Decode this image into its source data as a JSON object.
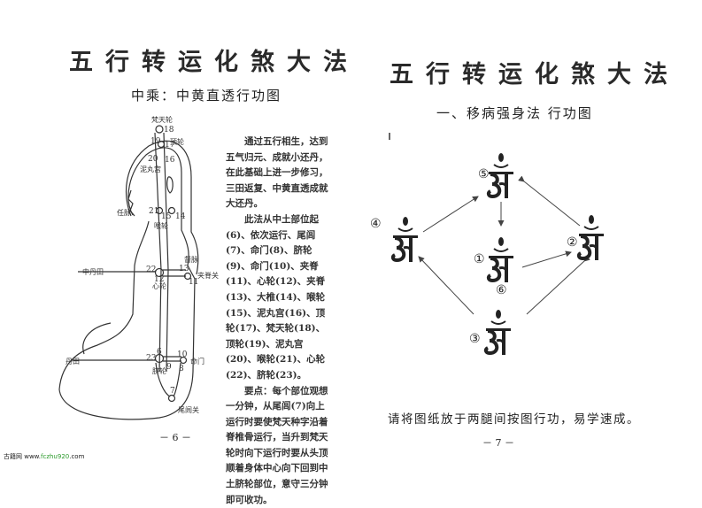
{
  "left_page": {
    "title": "五行转运化煞大法",
    "subtitle": "中乘：中黄直透行功图",
    "paragraphs": [
      "通过五行相生，达到五气归元、成就小还丹，在此基础上进一步修习，三田返复、中黄直透成就大还丹。",
      "此法从中土部位起(6)、依次运行、尾闾(7)、命门(8)、脐轮(9)、命门(10)、夹脊(11)、心轮(12)、夹脊(13)、大椎(14)、喉轮(15)、泥丸宫(16)、顶轮(17)、梵天轮(18)、顶轮(19)、泥丸宫(20)、喉轮(21)、心轮(22)、脐轮(23)。",
      "要点：每个部位观想一分钟，从尾闾(7)向上运行时要使梵天种字沿着脊椎骨运行，当升到梵天轮时向下运行时要从头顶顺着身体中心向下回到中土脐轮部位，意守三分钟即可收功。"
    ],
    "labels": {
      "fantian": "梵天轮",
      "dinglun": "顶轮",
      "niwan": "泥丸宫",
      "renmai": "任脉",
      "houlun": "喉轮",
      "dazhui": "督脉",
      "zhongdantian": "中丹田",
      "jiaji": "夹脊关",
      "xinlun": "心轮",
      "dantian": "丹田",
      "qilun": "脐轮",
      "mingmen": "命门",
      "weilv": "尾闾关"
    },
    "numbers": {
      "n18": "18",
      "n19": "19",
      "n17": "17",
      "n20": "20",
      "n16": "16",
      "n21": "21",
      "n14": "14",
      "n15": "15",
      "n22": "22",
      "n12": "12",
      "n13": "13",
      "n11": "11",
      "n6": "6",
      "n23": "23",
      "n9": "9",
      "n10": "10",
      "n8": "8",
      "n7": "7"
    },
    "page_number": "－ 6 －"
  },
  "right_page": {
    "title": "五行转运化煞大法",
    "subtitle": "一、移病强身法  行功图",
    "markers": {
      "m1": "①",
      "m2": "②",
      "m3": "③",
      "m4": "④",
      "m5": "⑤",
      "m6": "⑥"
    },
    "caption": "请将图纸放于两腿间按图行功，易学速成。",
    "page_number": "－ 7 －"
  },
  "watermark": {
    "site_name": "古籍网",
    "url_prefix": "www.",
    "url_brand": "fczhu920",
    "url_suffix": ".com",
    "brand_color": "#2a9a2a",
    "number_color": "#d03030"
  }
}
